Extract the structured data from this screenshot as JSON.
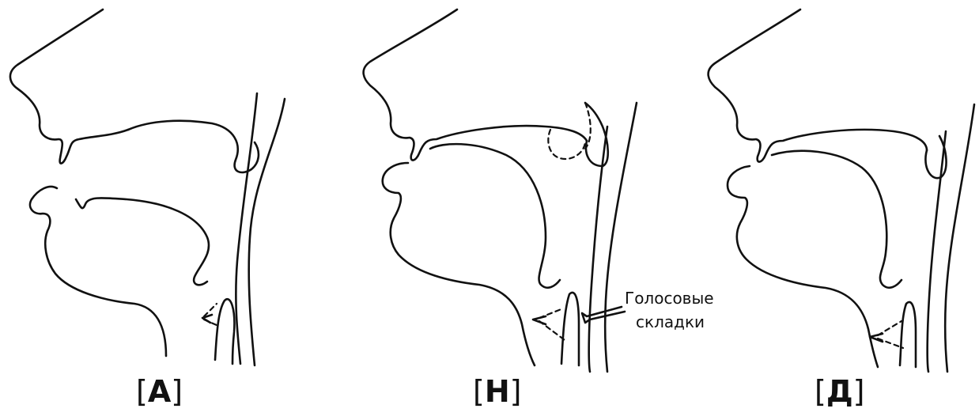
{
  "panels": [
    {
      "open_bracket": "[",
      "sound": "А",
      "close_bracket": "]"
    },
    {
      "open_bracket": "[",
      "sound": "Н",
      "close_bracket": "]"
    },
    {
      "open_bracket": "[",
      "sound": "Д",
      "close_bracket": "]"
    }
  ],
  "annotation": {
    "line1": "Голосовые",
    "line2": "складки"
  }
}
